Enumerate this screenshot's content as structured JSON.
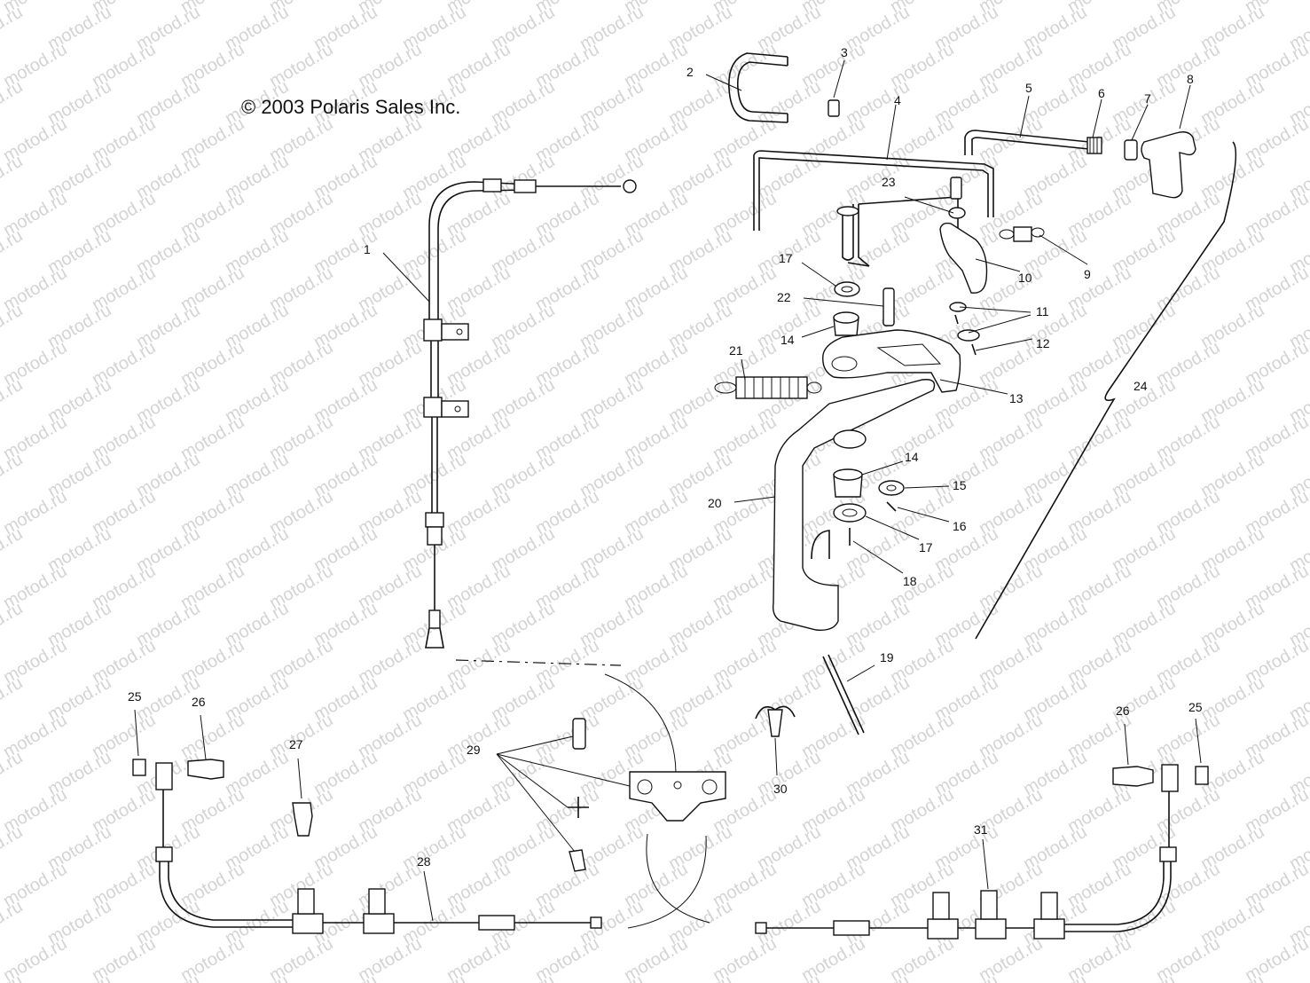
{
  "copyright": "© 2003 Polaris Sales Inc.",
  "watermark": "motod.ru",
  "callouts": [
    "1",
    "2",
    "3",
    "4",
    "5",
    "6",
    "7",
    "8",
    "9",
    "10",
    "11",
    "12",
    "13",
    "14",
    "15",
    "16",
    "17",
    "18",
    "19",
    "20",
    "21",
    "22",
    "23",
    "24",
    "25",
    "26",
    "27",
    "28",
    "29",
    "30",
    "31"
  ],
  "callout_labels": {
    "c1": "1",
    "c2": "2",
    "c3": "3",
    "c4": "4",
    "c5": "5",
    "c6": "6",
    "c7": "7",
    "c8": "8",
    "c9": "9",
    "c10": "10",
    "c11": "11",
    "c12": "12",
    "c13": "13",
    "c14a": "14",
    "c14b": "14",
    "c15": "15",
    "c16": "16",
    "c17a": "17",
    "c17b": "17",
    "c18": "18",
    "c19": "19",
    "c20": "20",
    "c21": "21",
    "c22": "22",
    "c23": "23",
    "c24": "24",
    "c25a": "25",
    "c25b": "25",
    "c26a": "26",
    "c26b": "26",
    "c27": "27",
    "c28": "28",
    "c29": "29",
    "c30": "30",
    "c31": "31"
  }
}
